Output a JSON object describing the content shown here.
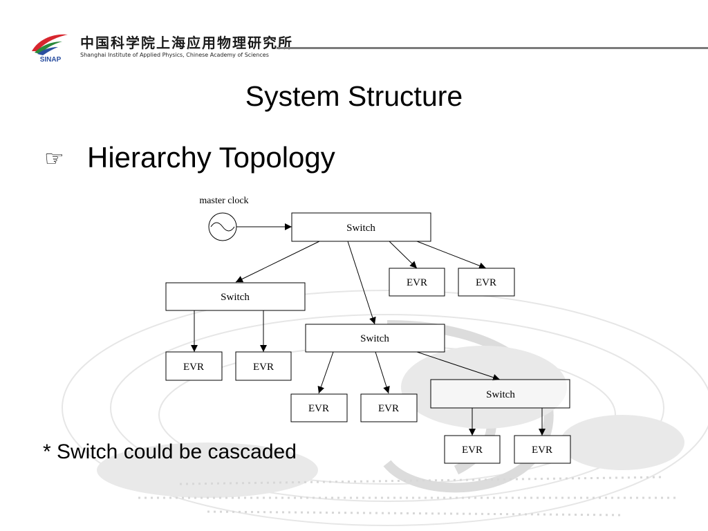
{
  "header": {
    "org_name_cn": "中国科学院上海应用物理研究所",
    "org_name_en": "Shanghai Institute of Applied Physics, Chinese Academy of Sciences",
    "logo_text": "SINAP",
    "logo_colors": {
      "red": "#d7262e",
      "green": "#2a8a3c",
      "blue": "#2b4fa0"
    },
    "rule_color": "#7a7a7a"
  },
  "slide": {
    "title": "System Structure",
    "bullet_icon": "pointing-hand-icon",
    "bullet_glyph": "☞",
    "bullet_text": "Hierarchy Topology",
    "footnote": "* Switch could be cascaded"
  },
  "diagram": {
    "source_label": "master clock",
    "source_icon": "ac-clock-source-icon",
    "switch_label": "Switch",
    "evr_label": "EVR",
    "nodes": [
      {
        "id": "sw-top",
        "label": "Switch",
        "parent": "master-clock"
      },
      {
        "id": "sw-left",
        "label": "Switch",
        "parent": "sw-top"
      },
      {
        "id": "sw-mid",
        "label": "Switch",
        "parent": "sw-top"
      },
      {
        "id": "evr-top-1",
        "label": "EVR",
        "parent": "sw-top"
      },
      {
        "id": "evr-top-2",
        "label": "EVR",
        "parent": "sw-top"
      },
      {
        "id": "evr-left-1",
        "label": "EVR",
        "parent": "sw-left"
      },
      {
        "id": "evr-left-2",
        "label": "EVR",
        "parent": "sw-left"
      },
      {
        "id": "evr-mid-1",
        "label": "EVR",
        "parent": "sw-mid"
      },
      {
        "id": "evr-mid-2",
        "label": "EVR",
        "parent": "sw-mid"
      },
      {
        "id": "sw-right",
        "label": "Switch",
        "parent": "sw-mid"
      },
      {
        "id": "evr-right-1",
        "label": "EVR",
        "parent": "sw-right"
      },
      {
        "id": "evr-right-2",
        "label": "EVR",
        "parent": "sw-right"
      }
    ]
  }
}
